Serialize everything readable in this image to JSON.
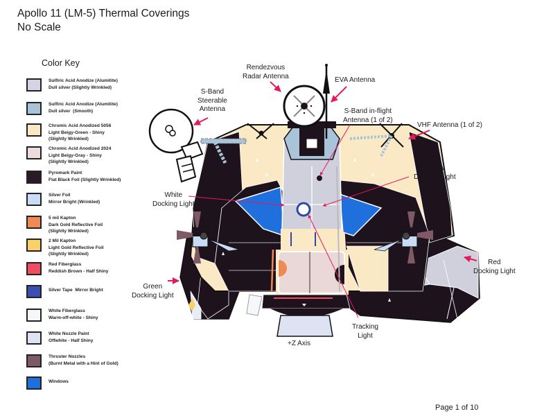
{
  "header": {
    "title": "Apollo 11 (LM-5) Thermal Coverings",
    "subtitle": "No Scale"
  },
  "color_key": {
    "title": "Color Key",
    "items": [
      {
        "name": "Sulfiric Acid Anodize (Alumitite)",
        "desc": "Dull silver (Slightly Wrinkled)",
        "color": "#d4d4e4"
      },
      {
        "name": "Sulfiric Acid Anodize (Alumitite)",
        "desc": "Dull silver  (Smooth)",
        "color": "#a9c3d8"
      },
      {
        "name": "Chromic Acid Anodized 5056",
        "desc": "Light Beigy-Green - Shiny\n(Slightly Wrinkled)",
        "color": "#fbe9c6"
      },
      {
        "name": "Chromic Acid Anodized 2024",
        "desc": "Light Beigy-Gray - Shiny\n(Slightly Wrinkled)",
        "color": "#ecdcdc"
      },
      {
        "name": "Pyromark Paint",
        "desc": "Flat Black Foil (Slightly Wrinkled)",
        "color": "#2a1a26"
      },
      {
        "name": "Silver Foil",
        "desc": "Mirror Bright (Wrinkled)",
        "color": "#c9dcf5"
      },
      {
        "name": "5 mil Kapton",
        "desc": "Dark Gold Reflective Foil\n(Slightly Wrinkled)",
        "color": "#f08a55"
      },
      {
        "name": "2 Mil Kapton",
        "desc": "Light Gold Reflective Foil\n(Slightly Wrinkled)",
        "color": "#fbcf6a"
      },
      {
        "name": "Red Fiberglass",
        "desc": "Reddish Brown - Half Shiny",
        "color": "#ee4d63"
      },
      {
        "name": "Silver Tape  Mirror Bright",
        "desc": "",
        "color": "#3a4fb0"
      },
      {
        "name": "White Fiberglass",
        "desc": "Warm-off-white - Shiny",
        "color": "#f4f8fb"
      },
      {
        "name": "White Nozzle Paint",
        "desc": "Offwhite - Half Shiny",
        "color": "#dde3f3"
      },
      {
        "name": "Thruster Nozzles",
        "desc": "(Burnt Metal with a Hint of Gold)",
        "color": "#7e5a66"
      },
      {
        "name": "Windows",
        "desc": "",
        "color": "#1f6fdc"
      }
    ]
  },
  "labels": {
    "rendezvous_radar": "Rendezvous\nRadar Antenna",
    "eva_antenna": "EVA Antenna",
    "sband_steerable": "S-Band\nSteerable\nAntenna",
    "sband_inflight": "S-Band in-flight\nAntenna (1 of 2)",
    "vhf_antenna": "VHF Antenna (1 of 2)",
    "yellow_docking": "Yellow\nDocking Light",
    "white_docking": "White\nDocking Light",
    "green_docking": "Green\nDocking Light",
    "red_docking": "Red\nDocking Light",
    "tracking_light": "Tracking\nLight",
    "z_axis": "+Z Axis"
  },
  "colors": {
    "arrow": "#e8185f",
    "outline": "#111111",
    "black_foil": "#1e121c",
    "beige": "#fbe9c6",
    "gray": "#cfd0dc",
    "silver_blue": "#a9c3d8",
    "window": "#1f6fdc",
    "tape": "#2e48a8",
    "nozzle": "#7e5a66",
    "kapton_dark": "#f08a55",
    "pinkgray": "#e9d8d5",
    "silver_foil": "#c9dcf5"
  },
  "footer": {
    "page_label": "Page 1 of 10"
  }
}
